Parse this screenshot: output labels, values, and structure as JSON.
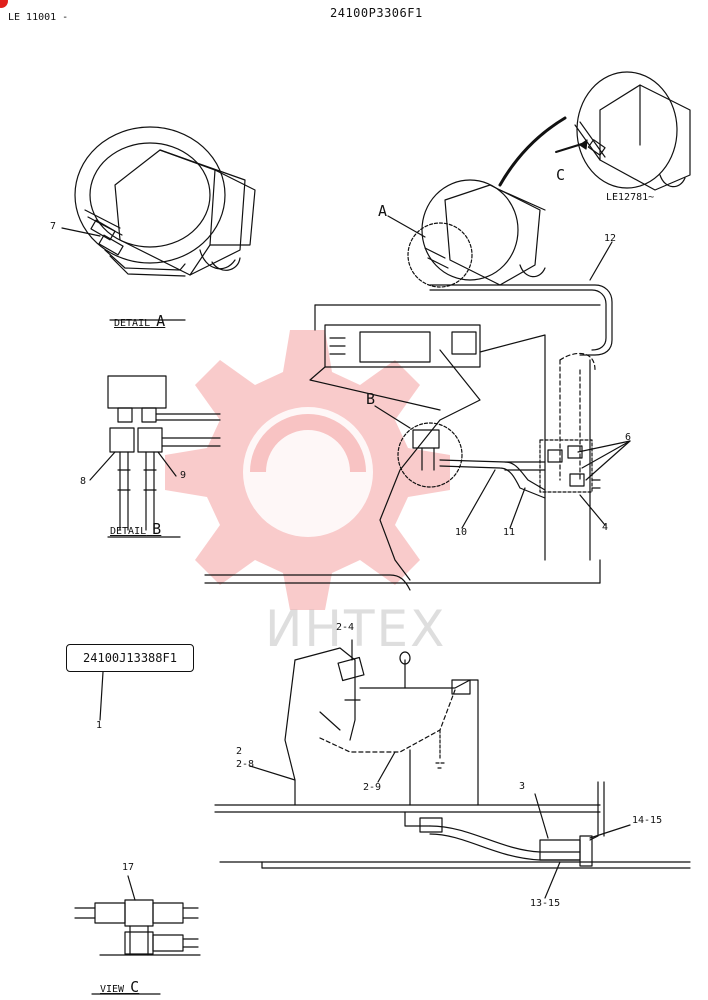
{
  "header": {
    "left_code": "LE 11001 -",
    "drawing_number": "24100P3306F1"
  },
  "details": {
    "a": {
      "title": "DETAIL",
      "letter": "A"
    },
    "b": {
      "title": "DETAIL",
      "letter": "B"
    },
    "c": {
      "title": "VIEW",
      "letter": "C"
    }
  },
  "callouts": {
    "a": "A",
    "b": "B",
    "c": "C"
  },
  "serial_note": "LE12781~",
  "part_box": "24100J13388F1",
  "labels": {
    "p1": "1",
    "p2": "2",
    "p2_8": "2-8",
    "p2_9": "2-9",
    "p2_4": "2-4",
    "p3": "3",
    "p4": "4",
    "p6": "6",
    "p7": "7",
    "p8": "8",
    "p9": "9",
    "p10": "10",
    "p11": "11",
    "p12": "12",
    "p13_15": "13-15",
    "p14_15": "14-15",
    "p17": "17"
  },
  "watermark": {
    "text": "ИНТЕХ",
    "color": "#f08080"
  }
}
